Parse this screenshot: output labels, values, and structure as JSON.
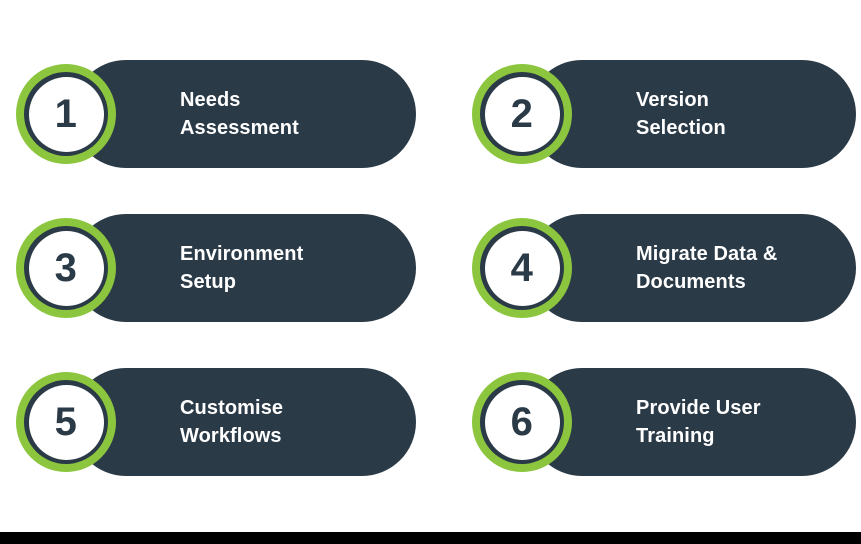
{
  "colors": {
    "background": "#ffffff",
    "card_navy": "#2b3a47",
    "accent_green": "#8cc63e",
    "badge_disc": "#ffffff",
    "number_text": "#2b3a47",
    "label_text": "#ffffff",
    "bottom_bar": "#000000"
  },
  "diagram": {
    "type": "numbered-step-process",
    "columns": 2,
    "rows": 3,
    "steps": [
      {
        "number": "1",
        "label": "Needs\nAssessment",
        "column": "left",
        "row": 1
      },
      {
        "number": "2",
        "label": "Version\nSelection",
        "column": "right",
        "row": 1
      },
      {
        "number": "3",
        "label": "Environment\nSetup",
        "column": "left",
        "row": 2
      },
      {
        "number": "4",
        "label": "Migrate Data &\nDocuments",
        "column": "right",
        "row": 2
      },
      {
        "number": "5",
        "label": "Customise\nWorkflows",
        "column": "left",
        "row": 3
      },
      {
        "number": "6",
        "label": "Provide User\nTraining",
        "column": "right",
        "row": 3
      }
    ]
  }
}
